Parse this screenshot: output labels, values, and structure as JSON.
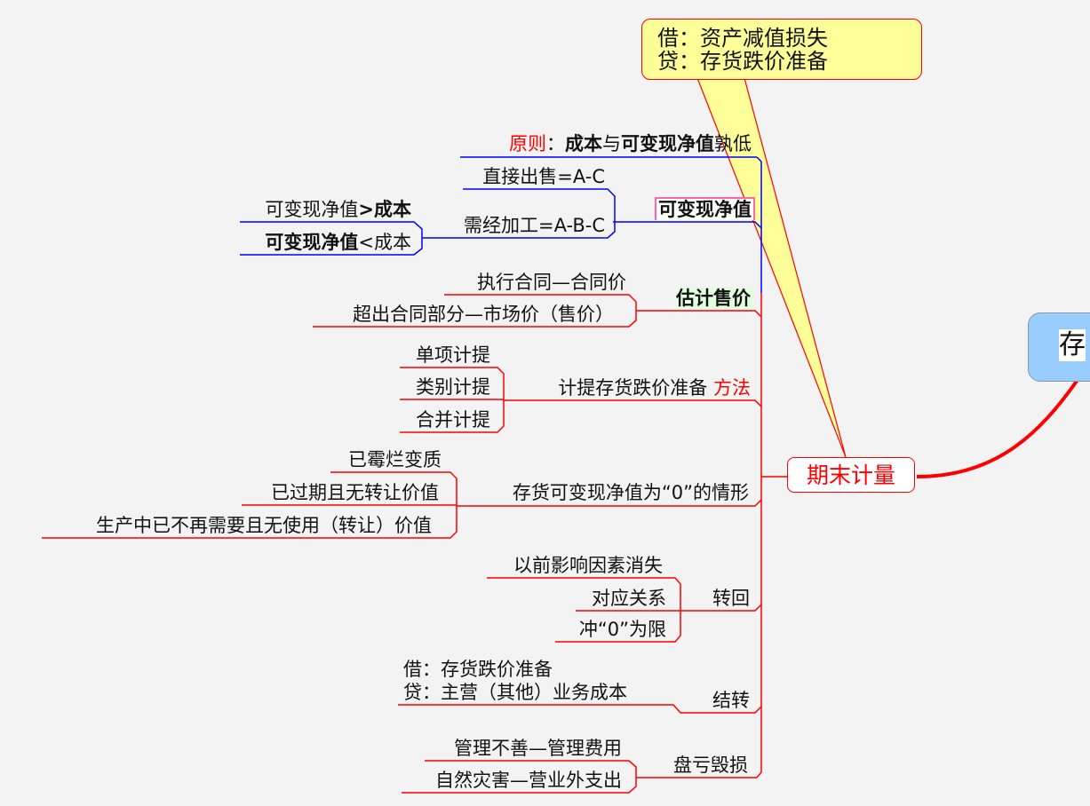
{
  "root": {
    "label": "存"
  },
  "center": {
    "label": "期末计量"
  },
  "callout": {
    "line1": "借：资产减值损失",
    "line2": "贷：存货跌价准备",
    "fill": "#ffff99",
    "border": "#ff0000"
  },
  "colors": {
    "blue_branch": "#0000ff",
    "red_branch": "#ff0000",
    "root_fill": "#99ccff"
  },
  "branches": {
    "principle": {
      "prefix": "原则",
      "colon": "：",
      "part1": "成本",
      "part2": "与",
      "part3": "可变现净值",
      "part4": "孰低"
    },
    "nrv": {
      "label": "可变现净值",
      "children": [
        "直接出售=A-C",
        "需经加工=A-B-C"
      ],
      "grand": {
        "gt_a": "可变现净值",
        "gt_b": ">成本",
        "lt_a": "可变现净值",
        "lt_b": "<成本"
      }
    },
    "price": {
      "label": "估计售价",
      "children": [
        "执行合同—合同价",
        "超出合同部分—市场价（售价）"
      ]
    },
    "method": {
      "label": "计提存货跌价准备",
      "suffix": "方法",
      "children": [
        "单项计提",
        "类别计提",
        "合并计提"
      ]
    },
    "zero": {
      "label": "存货可变现净值为“0”的情形",
      "children": [
        "已霉烂变质",
        "已过期且无转让价值",
        "生产中已不再需要且无使用（转让）价值"
      ]
    },
    "reversal": {
      "label": "转回",
      "children": [
        "以前影响因素消失",
        "对应关系",
        "冲“0”为限"
      ]
    },
    "transfer": {
      "label": "结转",
      "line1": "借：存货跌价准备",
      "line2": "贷：主营（其他）业务成本"
    },
    "loss": {
      "label": "盘亏毁损",
      "children": [
        "管理不善—管理费用",
        "自然灾害—营业外支出"
      ]
    }
  }
}
